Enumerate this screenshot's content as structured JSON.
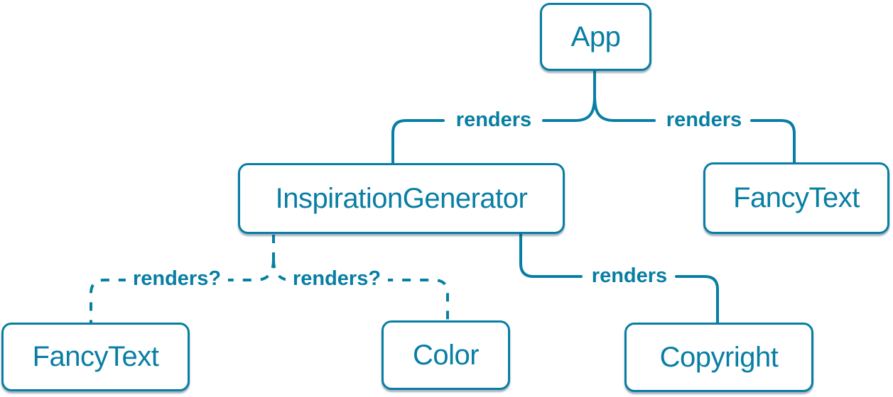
{
  "diagram": {
    "type": "component-tree",
    "accent_color": "#087ea4",
    "node_fill_color": "#ffffff",
    "nodes": [
      {
        "id": "app",
        "label": "App"
      },
      {
        "id": "inspiration-generator",
        "label": "InspirationGenerator"
      },
      {
        "id": "fancy-text-top",
        "label": "FancyText"
      },
      {
        "id": "fancy-text-bottom",
        "label": "FancyText"
      },
      {
        "id": "color",
        "label": "Color"
      },
      {
        "id": "copyright",
        "label": "Copyright"
      }
    ],
    "edges": [
      {
        "from": "App",
        "to": "InspirationGenerator",
        "label": "renders",
        "style": "solid"
      },
      {
        "from": "App",
        "to": "FancyText",
        "label": "renders",
        "style": "solid"
      },
      {
        "from": "InspirationGenerator",
        "to": "FancyText",
        "label": "renders?",
        "style": "dashed"
      },
      {
        "from": "InspirationGenerator",
        "to": "Color",
        "label": "renders?",
        "style": "dashed"
      },
      {
        "from": "InspirationGenerator",
        "to": "Copyright",
        "label": "renders",
        "style": "solid"
      }
    ]
  }
}
